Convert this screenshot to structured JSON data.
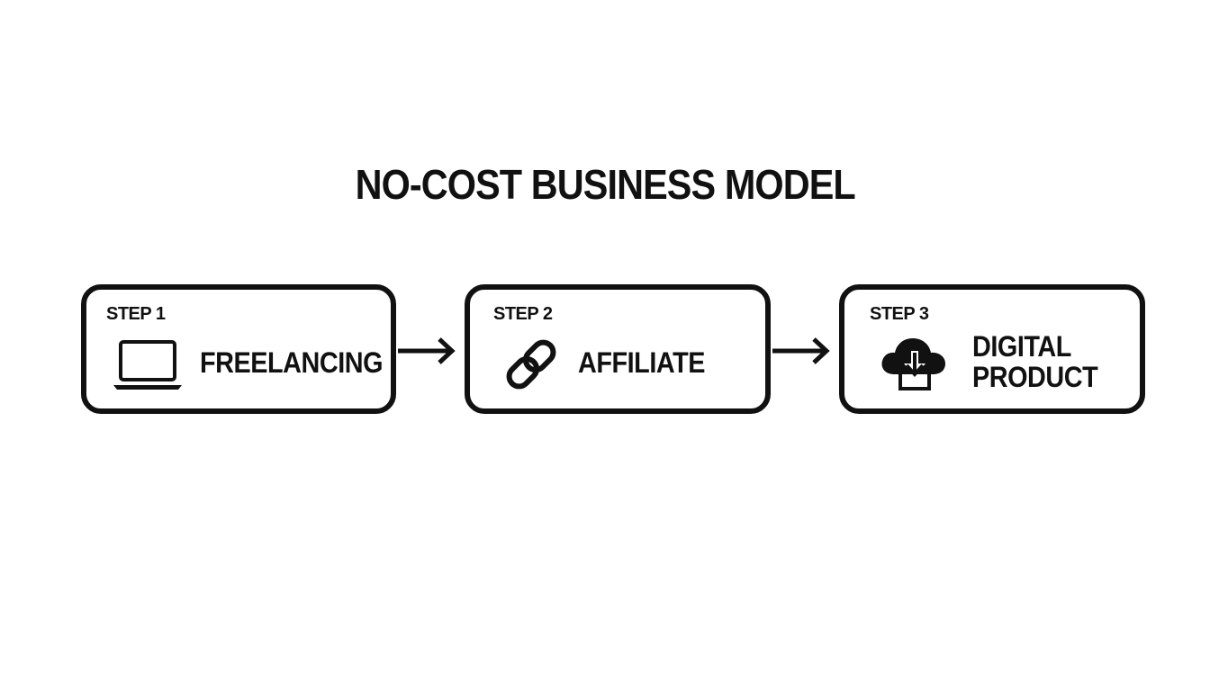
{
  "title": "NO-COST BUSINESS MODEL",
  "steps": [
    {
      "label": "STEP 1",
      "name": "FREELANCING",
      "icon": "laptop-icon"
    },
    {
      "label": "STEP 2",
      "name": "AFFILIATE",
      "icon": "chain-link-icon"
    },
    {
      "label": "STEP 3",
      "name_lines": [
        "DIGITAL",
        "PRODUCT"
      ],
      "icon": "cloud-download-icon"
    }
  ],
  "colors": {
    "stroke": "#111111",
    "background": "#ffffff"
  }
}
